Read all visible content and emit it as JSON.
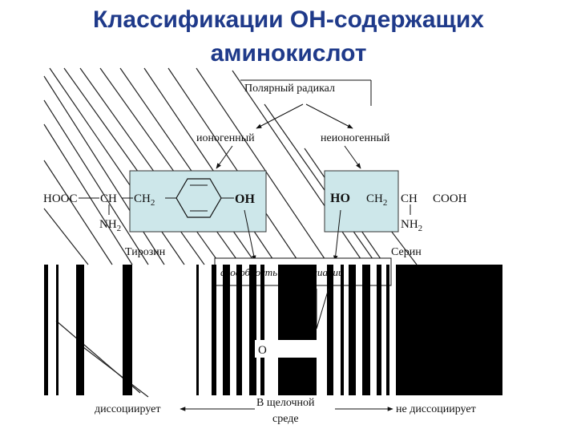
{
  "title": {
    "line1": "Классификации ОН-содержащих",
    "line2": "аминокислот"
  },
  "diagram": {
    "polar_radical": "Полярный радикал",
    "ionogenic": "ионогенный",
    "nonionogenic": "неионогенный",
    "tyrosine": {
      "hooc": "HOOC",
      "ch": "CH",
      "ch2": "CH",
      "ch2_sub": "2",
      "nh2": "NH",
      "nh2_sub": "2",
      "oh": "OH",
      "name": "Тирозин"
    },
    "serine": {
      "ho": "HO",
      "ch2": "CH",
      "ch2_sub": "2",
      "ch": "CH",
      "cooh": "COOH",
      "nh2": "NH",
      "nh2_sub": "2",
      "name": "Серин"
    },
    "mid_label": "способность к диссоциации",
    "bottom_mid": "О",
    "dissociates": "диссоциирует",
    "in_alkaline": "В щелочной",
    "environment": "среде",
    "not_dissociates": "не диссоциирует"
  },
  "colors": {
    "title": "#1f3a8a",
    "box_fill": "#cde7ea",
    "bars": "#000000"
  }
}
